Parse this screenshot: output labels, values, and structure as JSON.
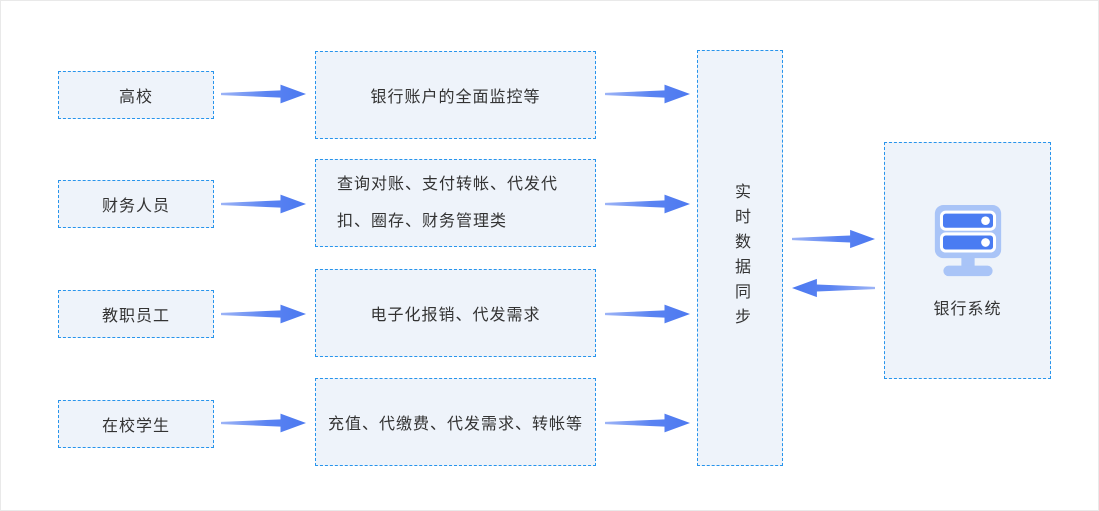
{
  "diagram": {
    "title_implicit": "校园财务与银行系统数据同步流程图",
    "colors": {
      "box_border": "#2794ec",
      "box_fill": "#eef3fa",
      "arrow": "#4c79f0",
      "arrow_tail": "#9db4f6",
      "text": "#333333",
      "server_icon_light": "#a9c4f7",
      "server_icon_dark": "#4a7cf2"
    },
    "actors": [
      {
        "label": "高校"
      },
      {
        "label": "财务人员"
      },
      {
        "label": "教职员工"
      },
      {
        "label": "在校学生"
      }
    ],
    "functions": [
      {
        "label": "银行账户的全面监控等"
      },
      {
        "label": "查询对账、支付转帐、代发代扣、圈存、财务管理类"
      },
      {
        "label": "电子化报销、代发需求"
      },
      {
        "label": "充值、代缴费、代发需求、转帐等"
      }
    ],
    "sync": {
      "label": "实时数据同步"
    },
    "bank": {
      "label": "银行系统",
      "icon": "server-icon"
    }
  }
}
